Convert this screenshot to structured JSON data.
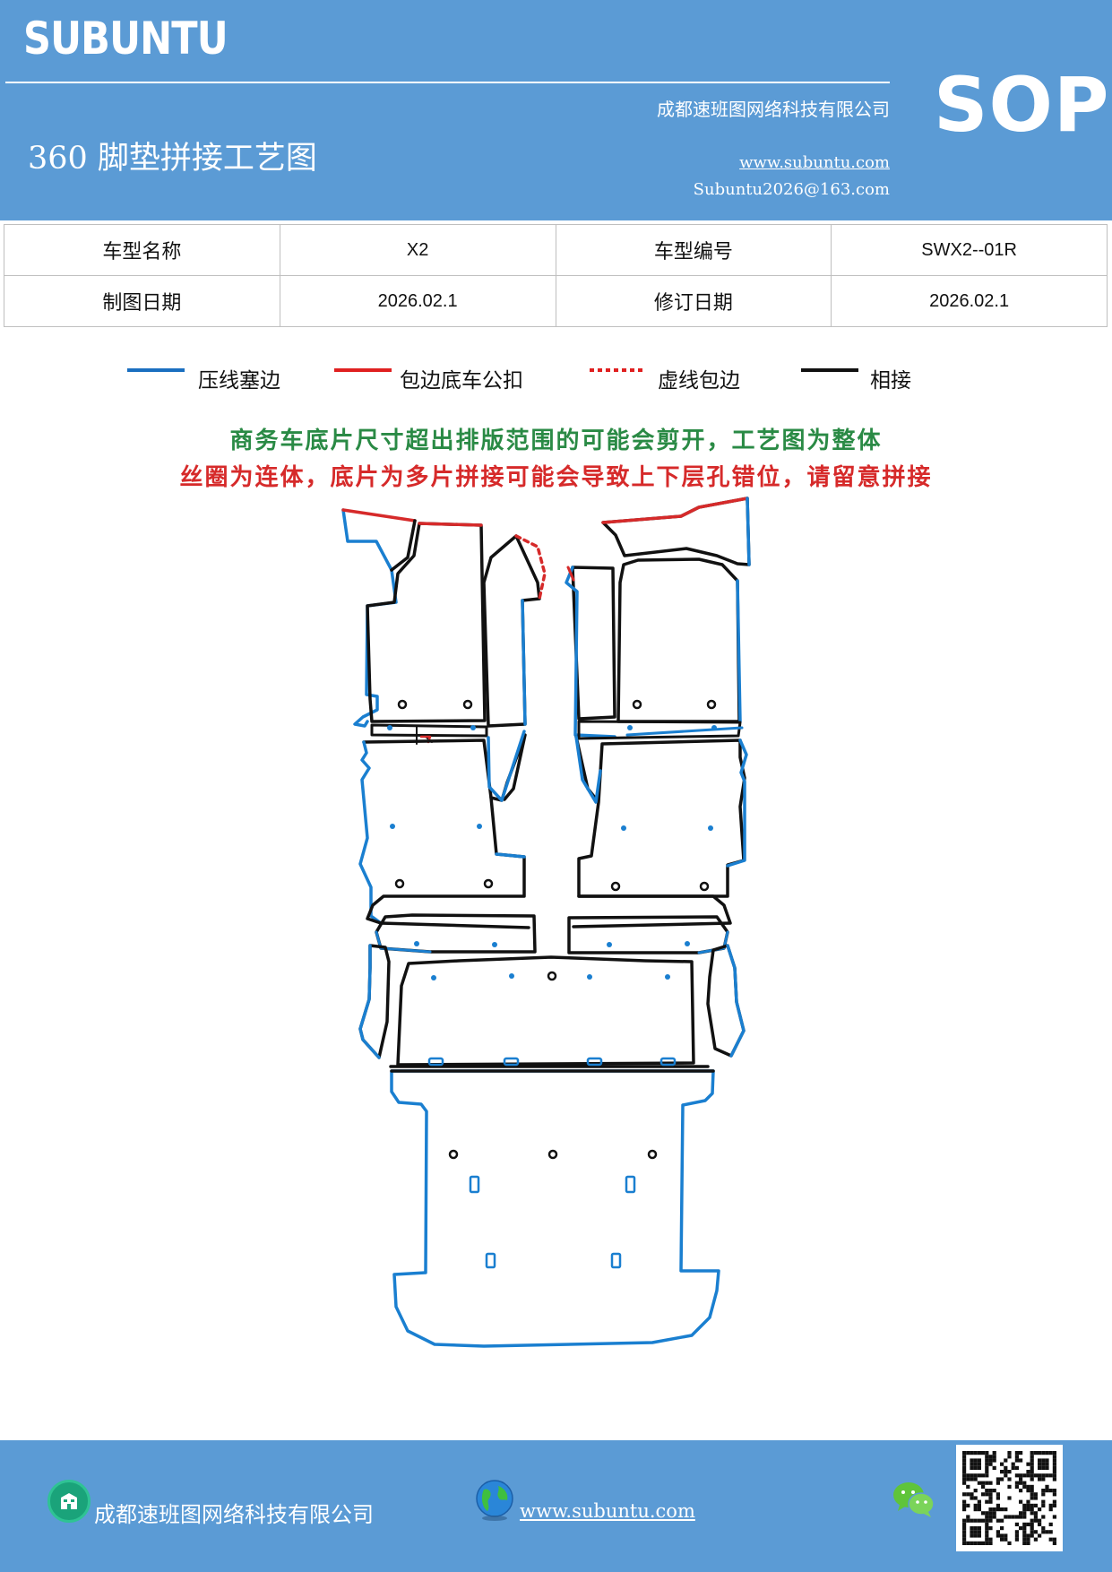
{
  "header": {
    "brand": "SUBUNTU",
    "company": "成都速班图网络科技有限公司",
    "title": "360 脚垫拼接工艺图",
    "website": "www.subuntu.com",
    "email": "Subuntu2026@163.com",
    "badge": "SOP"
  },
  "info_table": {
    "model_name_label": "车型名称",
    "model_name_value": "X2",
    "model_code_label": "车型编号",
    "model_code_value": "SWX2--01R",
    "draw_date_label": "制图日期",
    "draw_date_value": "2026.02.1",
    "revise_date_label": "修订日期",
    "revise_date_value": "2026.02.1"
  },
  "legend": {
    "items": [
      {
        "label": "压线塞边",
        "color": "#1a6fc0",
        "style": "solid"
      },
      {
        "label": "包边底车公扣",
        "color": "#e02020",
        "style": "solid"
      },
      {
        "label": "虚线包边",
        "color": "#e02020",
        "style": "dotted"
      },
      {
        "label": "相接",
        "color": "#111111",
        "style": "solid"
      }
    ]
  },
  "notice": {
    "line1": "商务车底片尺寸超出排版范围的可能会剪开，工艺图为整体",
    "line1_color": "#2a8a45",
    "line2": "丝圈为连体，底片为多片拼接可能会导致上下层孔错位，请留意拼接",
    "line2_color": "#d62a2a"
  },
  "colors": {
    "brand_blue": "#5b9bd5",
    "outline_blue": "#1a7fd0",
    "outline_red": "#d62a2a",
    "outline_black": "#111111"
  },
  "footer": {
    "company": "成都速班图网络科技有限公司",
    "website": "www.subuntu.com ",
    "icons": [
      "building-icon",
      "globe-icon",
      "wechat-icon",
      "qr-code"
    ]
  }
}
